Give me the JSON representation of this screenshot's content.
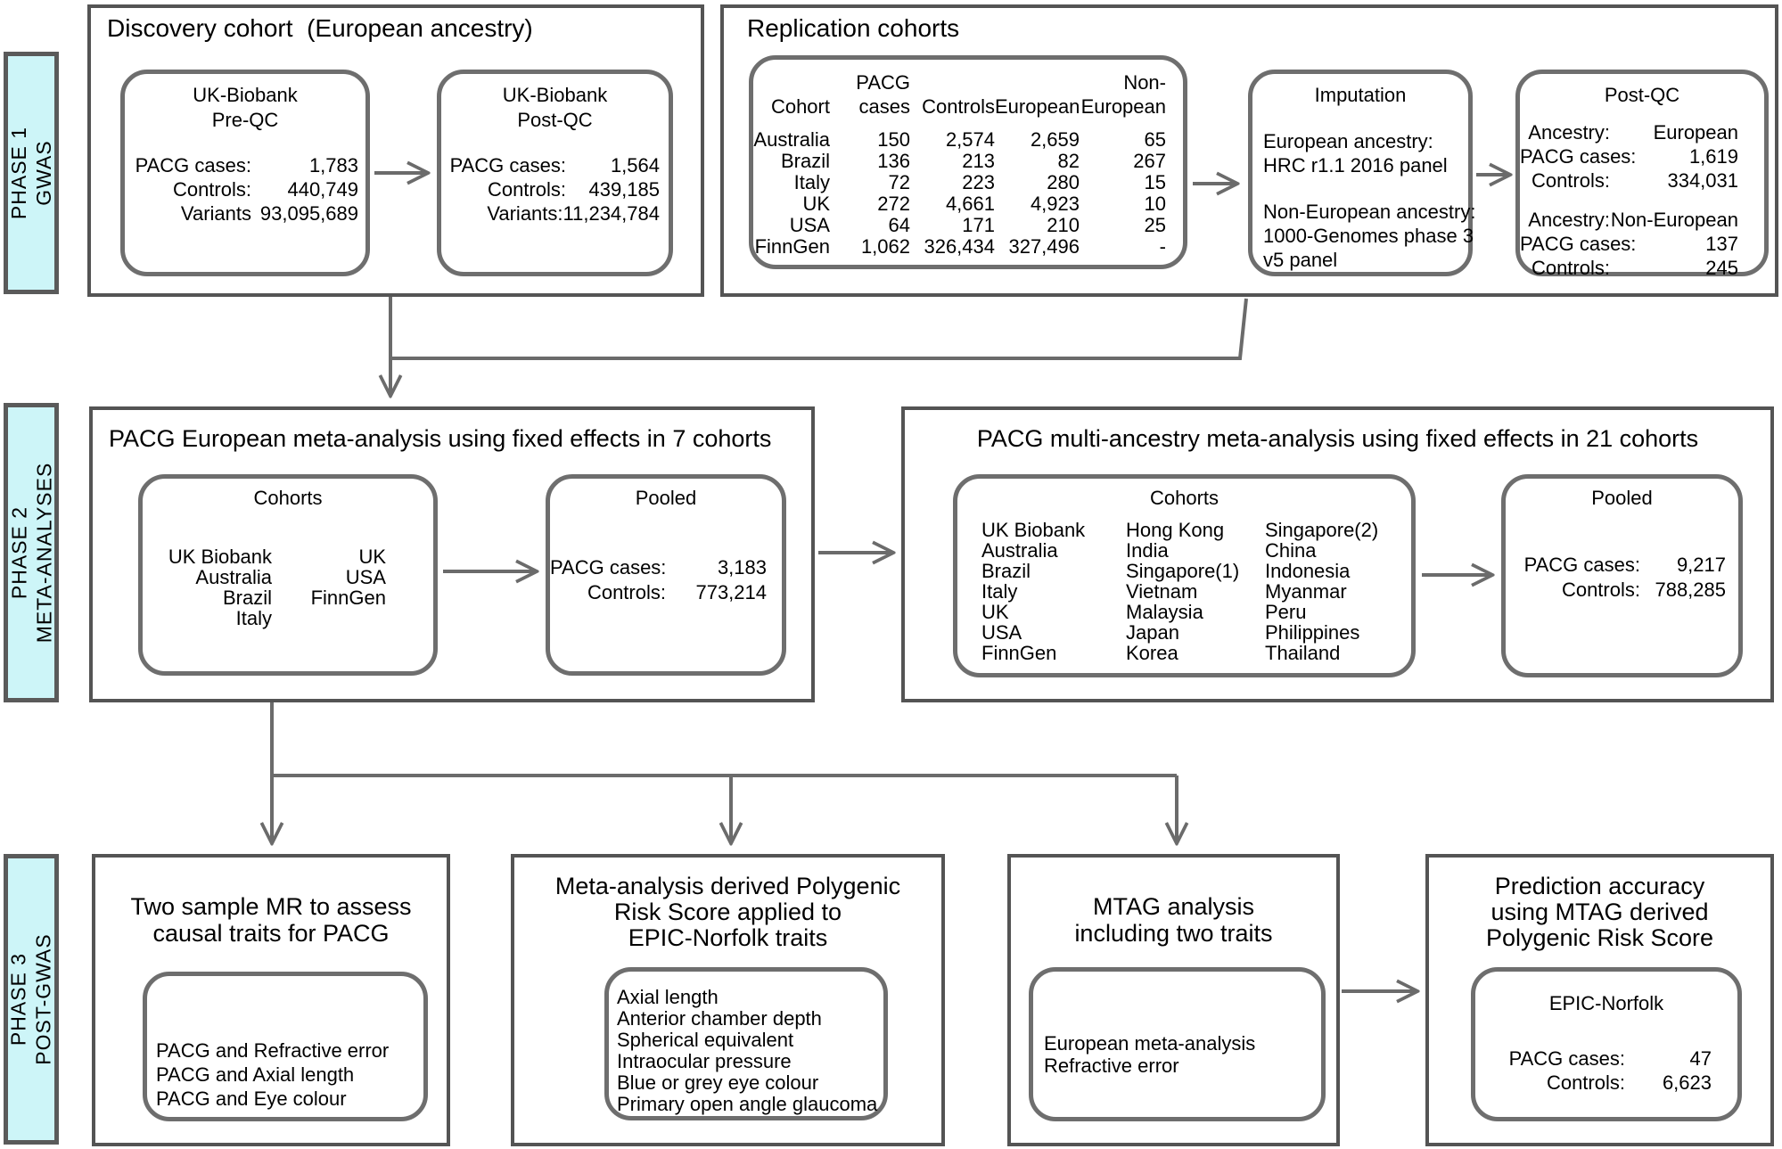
{
  "colors": {
    "phase_bg": "#cdf5f8",
    "outer_border": "#545454",
    "inner_border": "#6e6e6e",
    "arrow": "#6b6b6b"
  },
  "phases": {
    "p1": {
      "lines": [
        "PHASE 1",
        "GWAS"
      ]
    },
    "p2": {
      "lines": [
        "PHASE 2",
        "META-ANALYSES"
      ]
    },
    "p3": {
      "lines": [
        "PHASE 3",
        "POST-GWAS"
      ]
    }
  },
  "discovery": {
    "title": "Discovery cohort  (European ancestry)",
    "pre_qc": {
      "title_lines": [
        "UK-Biobank",
        "Pre-QC"
      ],
      "stats": [
        {
          "label": "PACG cases:",
          "value": "1,783"
        },
        {
          "label": "Controls:",
          "value": "440,749"
        },
        {
          "label": "Variants",
          "value": "93,095,689"
        }
      ]
    },
    "post_qc": {
      "title_lines": [
        "UK-Biobank",
        "Post-QC"
      ],
      "stats": [
        {
          "label": "PACG cases:",
          "value": "1,564"
        },
        {
          "label": "Controls:",
          "value": "439,185"
        },
        {
          "label": "Variants:",
          "value": "11,234,784"
        }
      ]
    }
  },
  "replication": {
    "title": "Replication cohorts",
    "table": {
      "header_row1": [
        "",
        "PACG",
        "",
        "",
        "Non-"
      ],
      "header_row2": [
        "Cohort",
        "cases",
        "Controls",
        "European",
        "European"
      ],
      "rows": [
        [
          "Australia",
          "150",
          "2,574",
          "2,659",
          "65"
        ],
        [
          "Brazil",
          "136",
          "213",
          "82",
          "267"
        ],
        [
          "Italy",
          "72",
          "223",
          "280",
          "15"
        ],
        [
          "UK",
          "272",
          "4,661",
          "4,923",
          "10"
        ],
        [
          "USA",
          "64",
          "171",
          "210",
          "25"
        ],
        [
          "FinnGen",
          "1,062",
          "326,434",
          "327,496",
          "-"
        ]
      ]
    },
    "imputation": {
      "title": "Imputation",
      "lines": [
        "European ancestry:",
        "HRC r1.1 2016 panel",
        "Non-European ancestry:",
        "1000-Genomes phase 3",
        "v5 panel"
      ]
    },
    "post_qc": {
      "title": "Post-QC",
      "stats_group1": [
        {
          "label": "Ancestry:",
          "value": "European"
        },
        {
          "label": "PACG cases:",
          "value": "1,619"
        },
        {
          "label": "Controls:",
          "value": "334,031"
        }
      ],
      "stats_group2": [
        {
          "label": "Ancestry:",
          "value": "Non-European"
        },
        {
          "label": "PACG cases:",
          "value": "137"
        },
        {
          "label": "Controls:",
          "value": "245"
        }
      ]
    }
  },
  "meta_european": {
    "title": "PACG European meta-analysis using fixed effects in 7 cohorts",
    "cohorts": {
      "title": "Cohorts",
      "col1": [
        "UK Biobank",
        "Australia",
        "Brazil",
        "Italy"
      ],
      "col2": [
        "UK",
        "USA",
        "FinnGen"
      ]
    },
    "pooled": {
      "title": "Pooled",
      "stats": [
        {
          "label": "PACG cases:",
          "value": "3,183"
        },
        {
          "label": "Controls:",
          "value": "773,214"
        }
      ]
    }
  },
  "meta_multi": {
    "title": "PACG multi-ancestry meta-analysis using fixed effects in 21 cohorts",
    "cohorts": {
      "title": "Cohorts",
      "col1": [
        "UK Biobank",
        "Australia",
        "Brazil",
        "Italy",
        "UK",
        "USA",
        "FinnGen"
      ],
      "col2": [
        "Hong Kong",
        "India",
        "Singapore(1)",
        "Vietnam",
        "Malaysia",
        "Japan",
        "Korea"
      ],
      "col3": [
        "Singapore(2)",
        "China",
        "Indonesia",
        "Myanmar",
        "Peru",
        "Philippines",
        "Thailand"
      ]
    },
    "pooled": {
      "title": "Pooled",
      "stats": [
        {
          "label": "PACG cases:",
          "value": "9,217"
        },
        {
          "label": "Controls:",
          "value": "788,285"
        }
      ]
    }
  },
  "post_gwas": {
    "mr": {
      "title_lines": [
        "Two sample MR to assess",
        "causal traits for PACG"
      ],
      "items": [
        "PACG and Refractive error",
        "PACG and Axial length",
        "PACG and Eye colour"
      ]
    },
    "prs": {
      "title_lines": [
        "Meta-analysis derived Polygenic",
        "Risk Score applied to",
        "EPIC-Norfolk traits"
      ],
      "items": [
        "Axial length",
        "Anterior chamber depth",
        "Spherical equivalent",
        "Intraocular pressure",
        "Blue or grey eye colour",
        "Primary open angle glaucoma"
      ]
    },
    "mtag": {
      "title_lines": [
        "MTAG analysis",
        "including two traits"
      ],
      "items": [
        "European meta-analysis",
        "Refractive error"
      ]
    },
    "prediction": {
      "title_lines": [
        "Prediction accuracy",
        "using MTAG derived",
        "Polygenic Risk Score"
      ],
      "subtitle": "EPIC-Norfolk",
      "stats": [
        {
          "label": "PACG cases:",
          "value": "47"
        },
        {
          "label": "Controls:",
          "value": "6,623"
        }
      ]
    }
  }
}
